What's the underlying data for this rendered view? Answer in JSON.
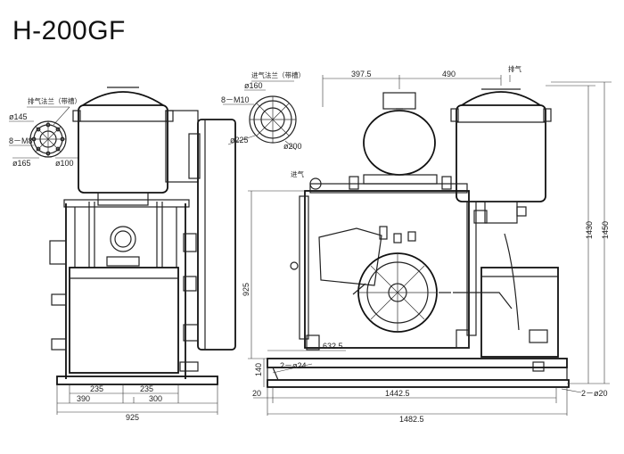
{
  "title": "H-200GF",
  "left_view": {
    "exhaust_flange_label": "排气法兰（带槽）",
    "d_outer": "ø145",
    "bolts": "8－M8",
    "d_bolt_circle": "ø165",
    "d_inner": "ø100",
    "dim_235_left": "235",
    "dim_235_right": "235",
    "dim_390": "390",
    "dim_300": "300",
    "dim_925": "925"
  },
  "right_view": {
    "inlet_flange_label": "进气法兰（带槽）",
    "d_160": "ø160",
    "bolts": "8－M10",
    "d_225": "ø225",
    "d_200": "ø200",
    "exhaust_label": "排气",
    "inlet_label": "进气",
    "dim_397_5": "397.5",
    "dim_490": "490",
    "dim_1430": "1430",
    "dim_1450": "1450",
    "dim_925": "925",
    "dim_632_5": "632.5",
    "dim_140": "140",
    "holes_24": "2－ø24",
    "dim_20": "20",
    "dim_1442_5": "1442.5",
    "holes_20": "2－ø20",
    "dim_1482_5": "1482.5"
  }
}
